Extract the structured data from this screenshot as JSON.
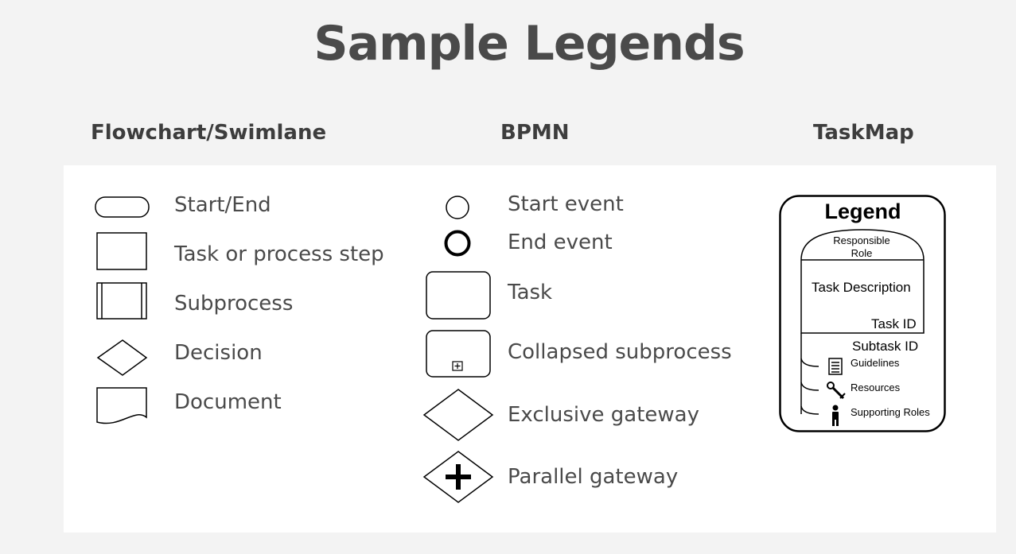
{
  "title": "Sample Legends",
  "columns": {
    "flowchart": {
      "heading": "Flowchart/Swimlane",
      "items": [
        "Start/End",
        "Task or process step",
        "Subprocess",
        "Decision",
        "Document"
      ]
    },
    "bpmn": {
      "heading": "BPMN",
      "items": [
        "Start event",
        "End event",
        "Task",
        "Collapsed subprocess",
        "Exclusive gateway",
        "Parallel gateway"
      ]
    },
    "taskmap": {
      "heading": "TaskMap",
      "legend": {
        "title": "Legend",
        "responsible_role": "Responsible Role",
        "task_description": "Task Description",
        "task_id": "Task ID",
        "subtask_id": "Subtask ID",
        "guidelines": "Guidelines",
        "resources": "Resources",
        "supporting_roles": "Supporting Roles"
      }
    }
  },
  "colors": {
    "background": "#f3f3f3",
    "panel": "#ffffff",
    "stroke": "#000000"
  }
}
